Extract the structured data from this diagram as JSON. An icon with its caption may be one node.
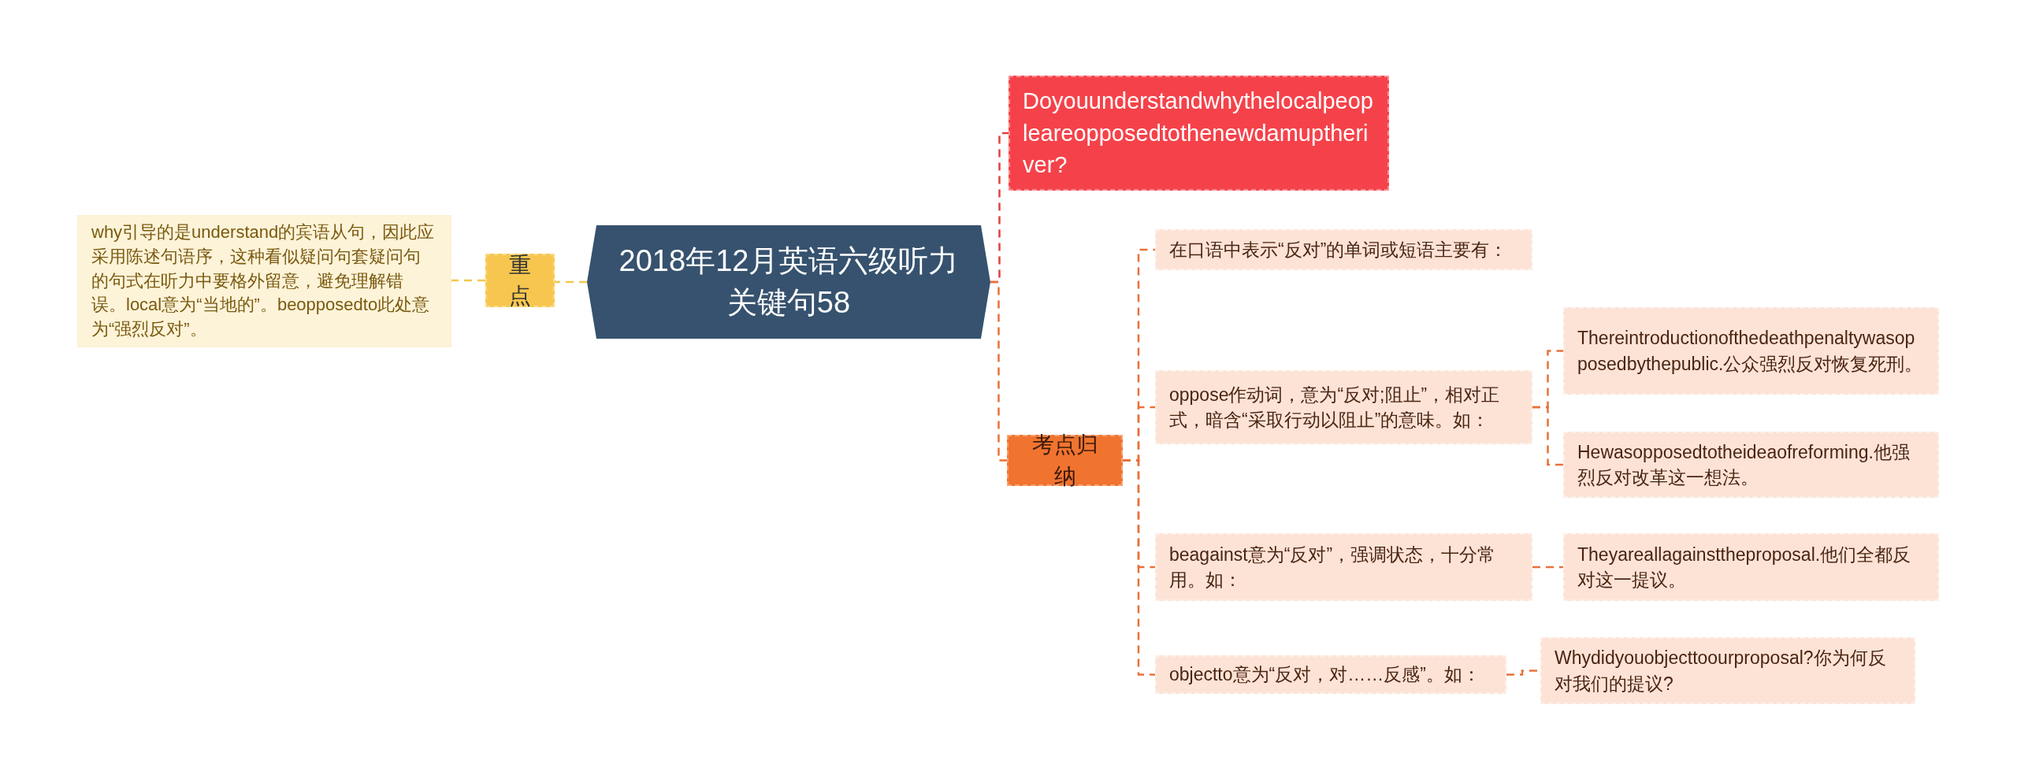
{
  "diagram": {
    "nodes": [
      {
        "text": [
          "2018年12月英语六级听力关键句58"
        ]
      },
      {
        "text": [
          "重点"
        ]
      },
      {
        "text": [
          "why引导的是understand的宾语从句，因此应采用陈述句语序，这种看似疑问句套疑问句的句式在听力中要格外留意，避免理解错误。local意为“当地的”。beopposedto此处意为“强烈反对”。"
        ]
      },
      {
        "text": [
          "Doyouunderstandwhythelocalpeopleareopposedtothenewdamuptheriver?"
        ]
      },
      {
        "text": [
          "考点归纳"
        ]
      },
      {
        "text": [
          "在口语中表示“反对”的单词或短语主要有："
        ]
      },
      {
        "text": [
          "oppose作动词，意为“反对;阻止”，相对正式，暗含“采取行动以阻止”的意味。如："
        ]
      },
      {
        "text": [
          "Thereintroductionofthedeathpenaltywasopposedbythepublic.公众强烈反对恢复死刑。"
        ]
      },
      {
        "text": [
          "Hewasopposedtotheideaofreforming.他强烈反对改革这一想法。"
        ]
      },
      {
        "text": [
          "beagainst意为“反对”，强调状态，十分常用。如："
        ]
      },
      {
        "text": [
          "Theyareallagainsttheproposal.他们全都反对这一提议。"
        ]
      },
      {
        "text": [
          "objectto意为“反对，对……反感”。如："
        ]
      },
      {
        "text": [
          "Whydidyouobjecttoourproposal?你为何反对我们的提议?"
        ]
      }
    ],
    "edges": [
      {
        "from": 0,
        "to": 1,
        "arrow": "none",
        "style": "dashed",
        "color": "#f2c84b"
      },
      {
        "from": 1,
        "to": 2,
        "arrow": "none",
        "style": "dashed",
        "color": "#f2c84b"
      },
      {
        "from": 0,
        "to": 3,
        "arrow": "none",
        "style": "dashed",
        "color": "#e0413f"
      },
      {
        "from": 0,
        "to": 4,
        "arrow": "none",
        "style": "dashed"
      },
      {
        "from": 4,
        "to": 5,
        "arrow": "none",
        "style": "dashed"
      },
      {
        "from": 4,
        "to": 6,
        "arrow": "none",
        "style": "dashed"
      },
      {
        "from": 4,
        "to": 9,
        "arrow": "none",
        "style": "dashed"
      },
      {
        "from": 4,
        "to": 11,
        "arrow": "none",
        "style": "dashed"
      },
      {
        "from": 6,
        "to": 7,
        "arrow": "none",
        "style": "dashed"
      },
      {
        "from": 6,
        "to": 8,
        "arrow": "none",
        "style": "dashed"
      },
      {
        "from": 9,
        "to": 10,
        "arrow": "none",
        "style": "dashed"
      },
      {
        "from": 11,
        "to": 12,
        "arrow": "none",
        "style": "dashed"
      }
    ]
  }
}
